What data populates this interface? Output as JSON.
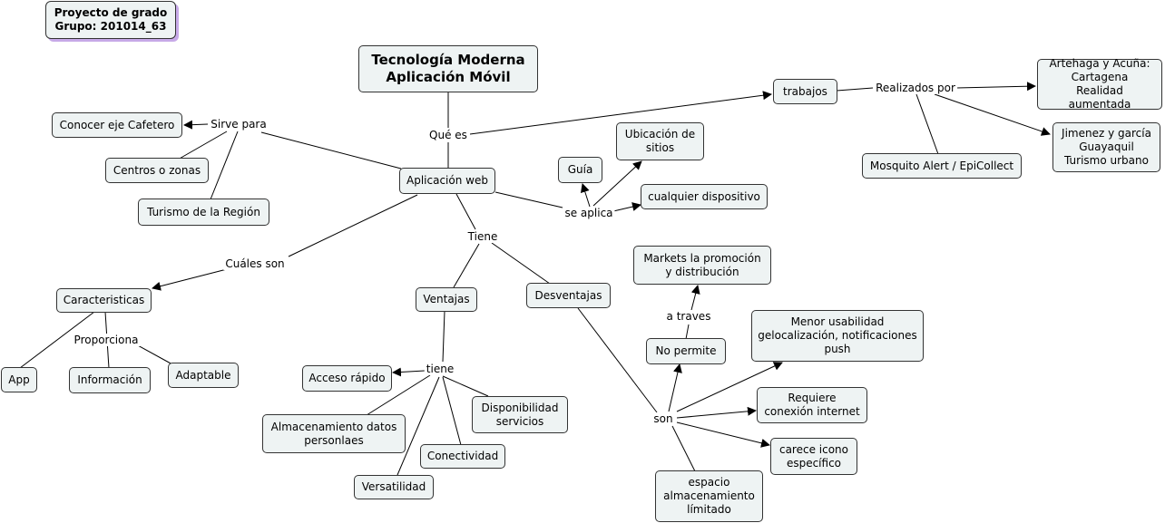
{
  "note": "Proyecto de grado\nGrupo: 201014_63",
  "nodes": {
    "root": "Tecnología Moderna\nAplicación Móvil",
    "app_web": "Aplicación web",
    "trabajos": "trabajos",
    "artehaga": "Artehaga y Acuña:\nCartagena\nRealidad aumentada",
    "jimenez": "Jimenez y garcía\nGuayaquil\nTurismo urbano",
    "mosquito": "Mosquito Alert / EpiCollect",
    "eje_cafetero": "Conocer eje Cafetero",
    "centros": "Centros o zonas",
    "turismo_region": "Turismo de la Región",
    "guia": "Guía",
    "ubicacion": "Ubicación de\nsitios",
    "cualquier": "cualquier dispositivo",
    "caracteristicas": "Caracteristicas",
    "app": "App",
    "informacion": "Información",
    "adaptable": "Adaptable",
    "ventajas": "Ventajas",
    "desventajas": "Desventajas",
    "acceso": "Acceso rápido",
    "almacenamiento": "Almacenamiento datos\npersonlaes",
    "disponibilidad": "Disponibilidad\nservicios",
    "conectividad": "Conectividad",
    "versatilidad": "Versatilidad",
    "markets": "Markets la promoción\ny distribución",
    "no_permite": "No permite",
    "menor": "Menor usabilidad\ngelocalización, notificaciones\npush",
    "requiere": "Requiere\nconexión internet",
    "carece": "carece icono\nespecífico",
    "espacio": "espacio\nalmacenamiento\nlímitado"
  },
  "labels": {
    "que_es": "Qué es",
    "realizados_por": "Realizados por",
    "sirve_para": "Sirve para",
    "se_aplica": "se aplica",
    "tiene_top": "Tiene",
    "cuales_son": "Cuáles son",
    "proporciona": "Proporciona",
    "tiene_bottom": "tiene",
    "a_traves": "a traves",
    "son": "son"
  },
  "colors": {
    "node_fill": "#eef3f3",
    "border": "#333333",
    "note_shadow": "#c7a9e8"
  }
}
